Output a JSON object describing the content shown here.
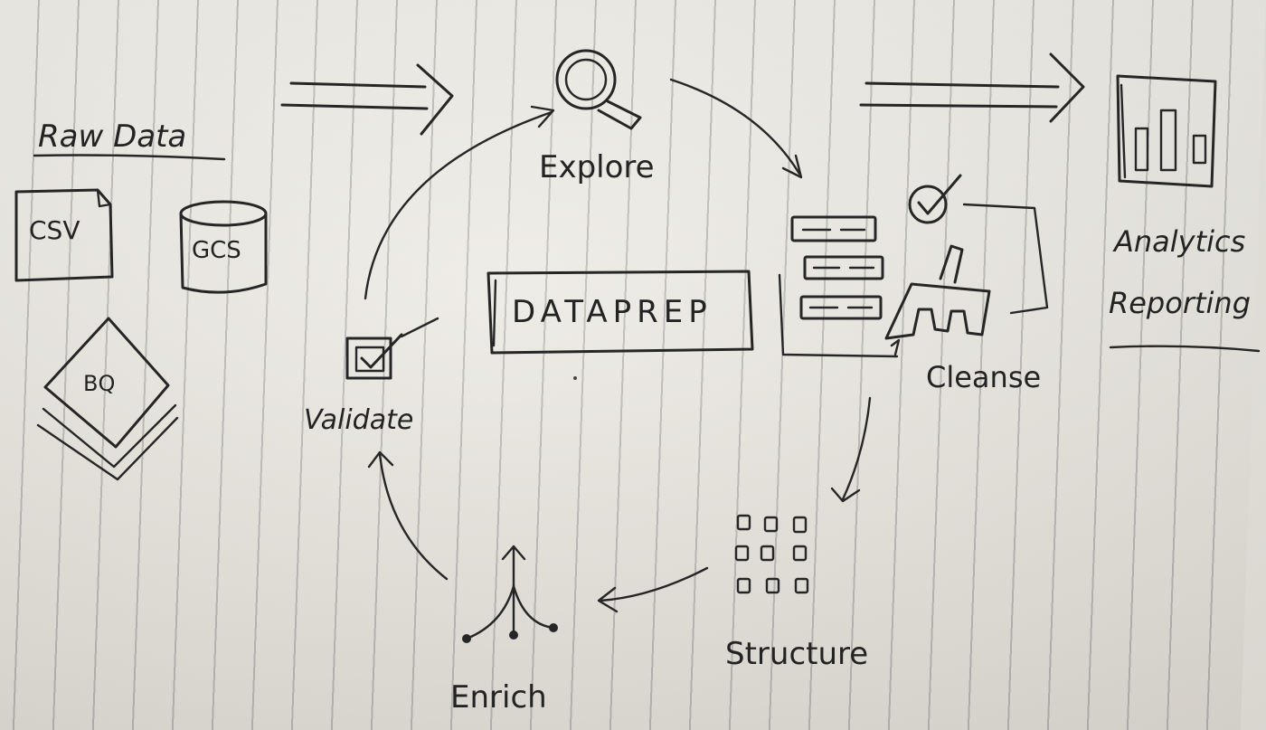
{
  "sources": {
    "title": "Raw Data",
    "items": [
      "CSV",
      "GCS",
      "BQ"
    ]
  },
  "center": {
    "label": "DATAPREP"
  },
  "steps": {
    "explore": "Explore",
    "cleanse": "Cleanse",
    "structure": "Structure",
    "enrich": "Enrich",
    "validate": "Validate"
  },
  "output": {
    "line1": "Analytics",
    "line2": "Reporting"
  },
  "colors": {
    "ink": "#262626",
    "paper": "#ebe8e1"
  }
}
